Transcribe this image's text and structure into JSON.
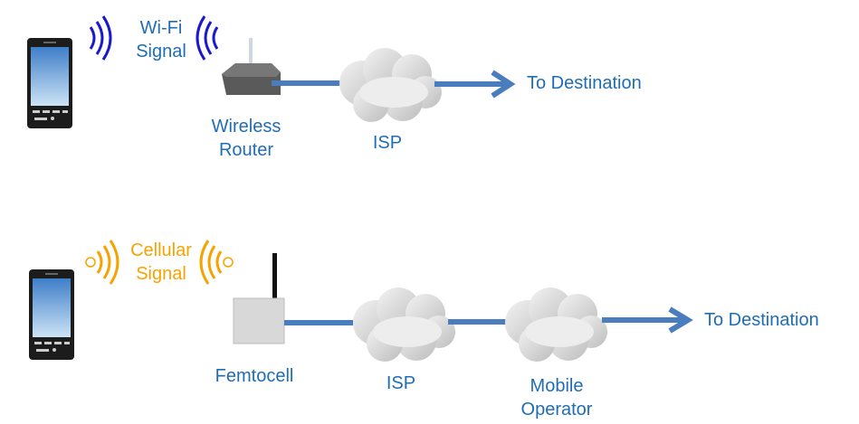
{
  "colors": {
    "label_blue": "#1f6db5",
    "wifi_wave": "#1a1acc",
    "cell_wave": "#f5a300",
    "link": "#4a7dbd",
    "cloud": "#d9d9d9"
  },
  "top": {
    "signal_label": [
      "Wi-Fi",
      "Signal"
    ],
    "router_label": [
      "Wireless",
      "Router"
    ],
    "isp_label": "ISP",
    "destination_label": "To Destination"
  },
  "bottom": {
    "signal_label": [
      "Cellular",
      "Signal"
    ],
    "femtocell_label": "Femtocell",
    "isp_label": "ISP",
    "operator_label": [
      "Mobile",
      "Operator"
    ],
    "destination_label": "To Destination"
  }
}
